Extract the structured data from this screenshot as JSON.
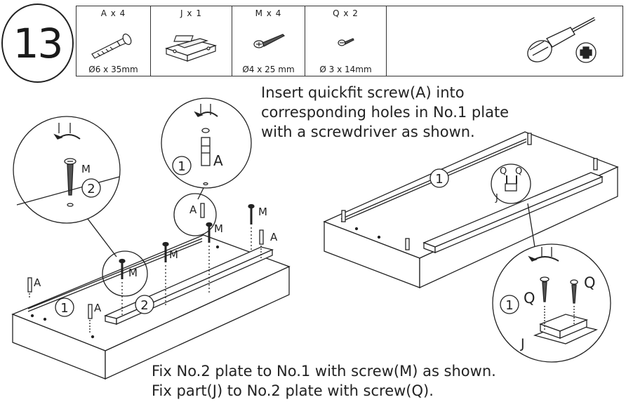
{
  "step": {
    "number": "13"
  },
  "parts": [
    {
      "qty": "A x 4",
      "size": "Ø6 x 35mm",
      "icon": "cam-bolt-icon"
    },
    {
      "qty": "J x 1",
      "size": "",
      "icon": "magnetic-catch-icon"
    },
    {
      "qty": "M x 4",
      "size": "Ø4 x 25 mm",
      "icon": "wood-screw-icon"
    },
    {
      "qty": "Q x 2",
      "size": "Ø 3 x 14mm",
      "icon": "small-screw-icon"
    }
  ],
  "tool": {
    "icon": "phillips-screwdriver-icon"
  },
  "instructions": {
    "top": [
      "Insert quickfit screw(A) into",
      "corresponding holes in No.1 plate",
      "with a screwdriver as shown."
    ],
    "bottom": [
      "Fix No.2 plate to No.1 with screw(M) as shown.",
      "Fix part(J) to No.2 plate with screw(Q)."
    ]
  },
  "callouts": {
    "plate1": "1",
    "plate2": "2",
    "A": "A",
    "M": "M",
    "Q": "Q",
    "J": "J"
  }
}
